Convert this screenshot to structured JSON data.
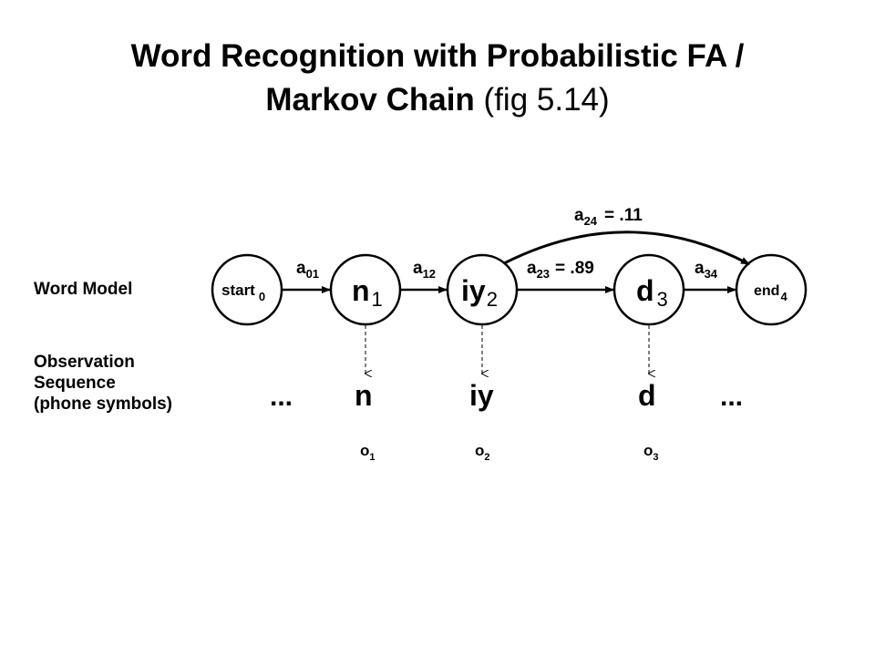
{
  "slide": {
    "title_line1": "Word Recognition with Probabilistic FA /",
    "title_line2_bold": "Markov Chain",
    "title_line2_rest": "(fig 5.14)"
  },
  "diagram": {
    "row_labels": {
      "word_model": "Word Model",
      "observation_line1": "Observation",
      "observation_line2": "Sequence",
      "observation_line3": "(phone symbols)"
    },
    "states": [
      {
        "name": "start",
        "index": "0"
      },
      {
        "name": "n",
        "index": "1"
      },
      {
        "name": "iy",
        "index": "2"
      },
      {
        "name": "d",
        "index": "3"
      },
      {
        "name": "end",
        "index": "4"
      }
    ],
    "transitions": [
      {
        "label": "a",
        "sub": "01",
        "value": ""
      },
      {
        "label": "a",
        "sub": "12",
        "value": ""
      },
      {
        "label": "a",
        "sub": "23",
        "value": "= .89"
      },
      {
        "label": "a",
        "sub": "34",
        "value": ""
      },
      {
        "label": "a",
        "sub": "24",
        "value": "= .11"
      }
    ],
    "observations": {
      "ellipsis_left": "...",
      "ellipsis_right": "...",
      "phones": [
        "n",
        "iy",
        "d"
      ],
      "symbols": [
        {
          "name": "o",
          "sub": "1"
        },
        {
          "name": "o",
          "sub": "2"
        },
        {
          "name": "o",
          "sub": "3"
        }
      ]
    }
  }
}
